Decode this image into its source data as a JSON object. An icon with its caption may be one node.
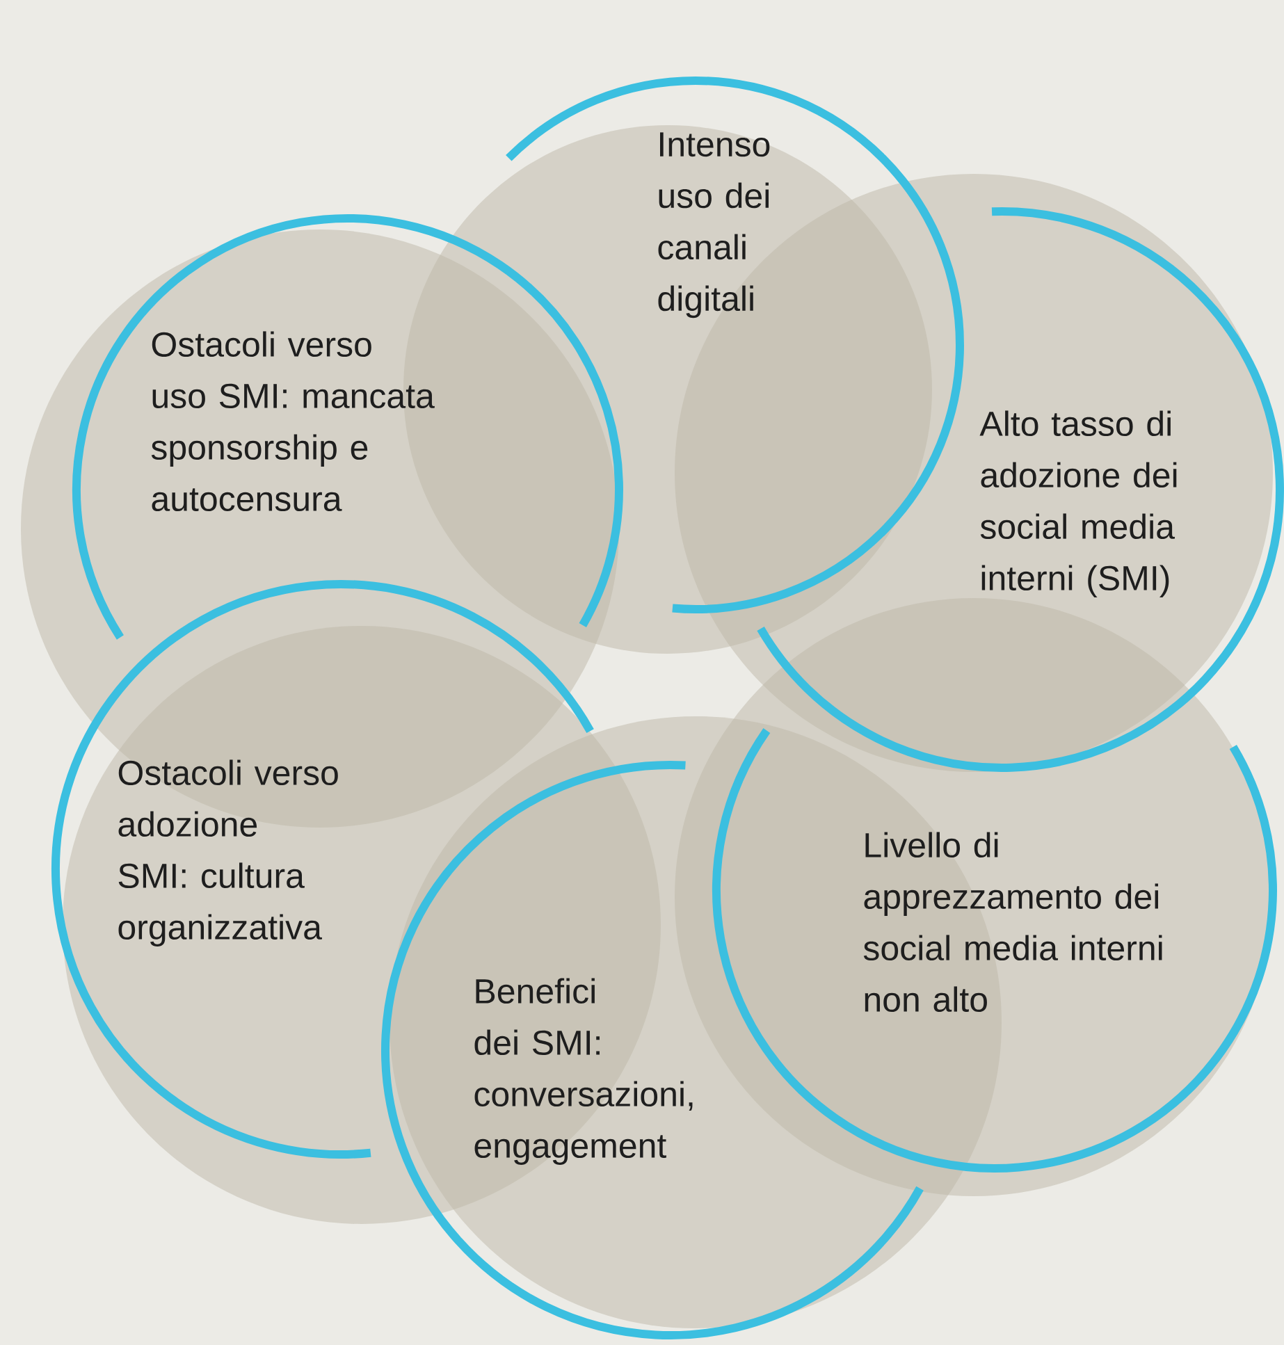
{
  "diagram": {
    "nodes": [
      {
        "text": [
          "Intenso uso dei canali digitali"
        ]
      },
      {
        "text": [
          "Ostacoli verso uso SMI: mancata sponsorship e autocensura"
        ]
      },
      {
        "text": [
          "Alto tasso di adozione dei social media interni (SMI)"
        ]
      },
      {
        "text": [
          "Ostacoli verso adozione SMI: cultura organizzativa"
        ]
      },
      {
        "text": [
          "Livello di apprezzamento dei social media interni non alto"
        ]
      },
      {
        "text": [
          "Benefici dei SMI: conversazioni, engagement"
        ]
      }
    ]
  }
}
